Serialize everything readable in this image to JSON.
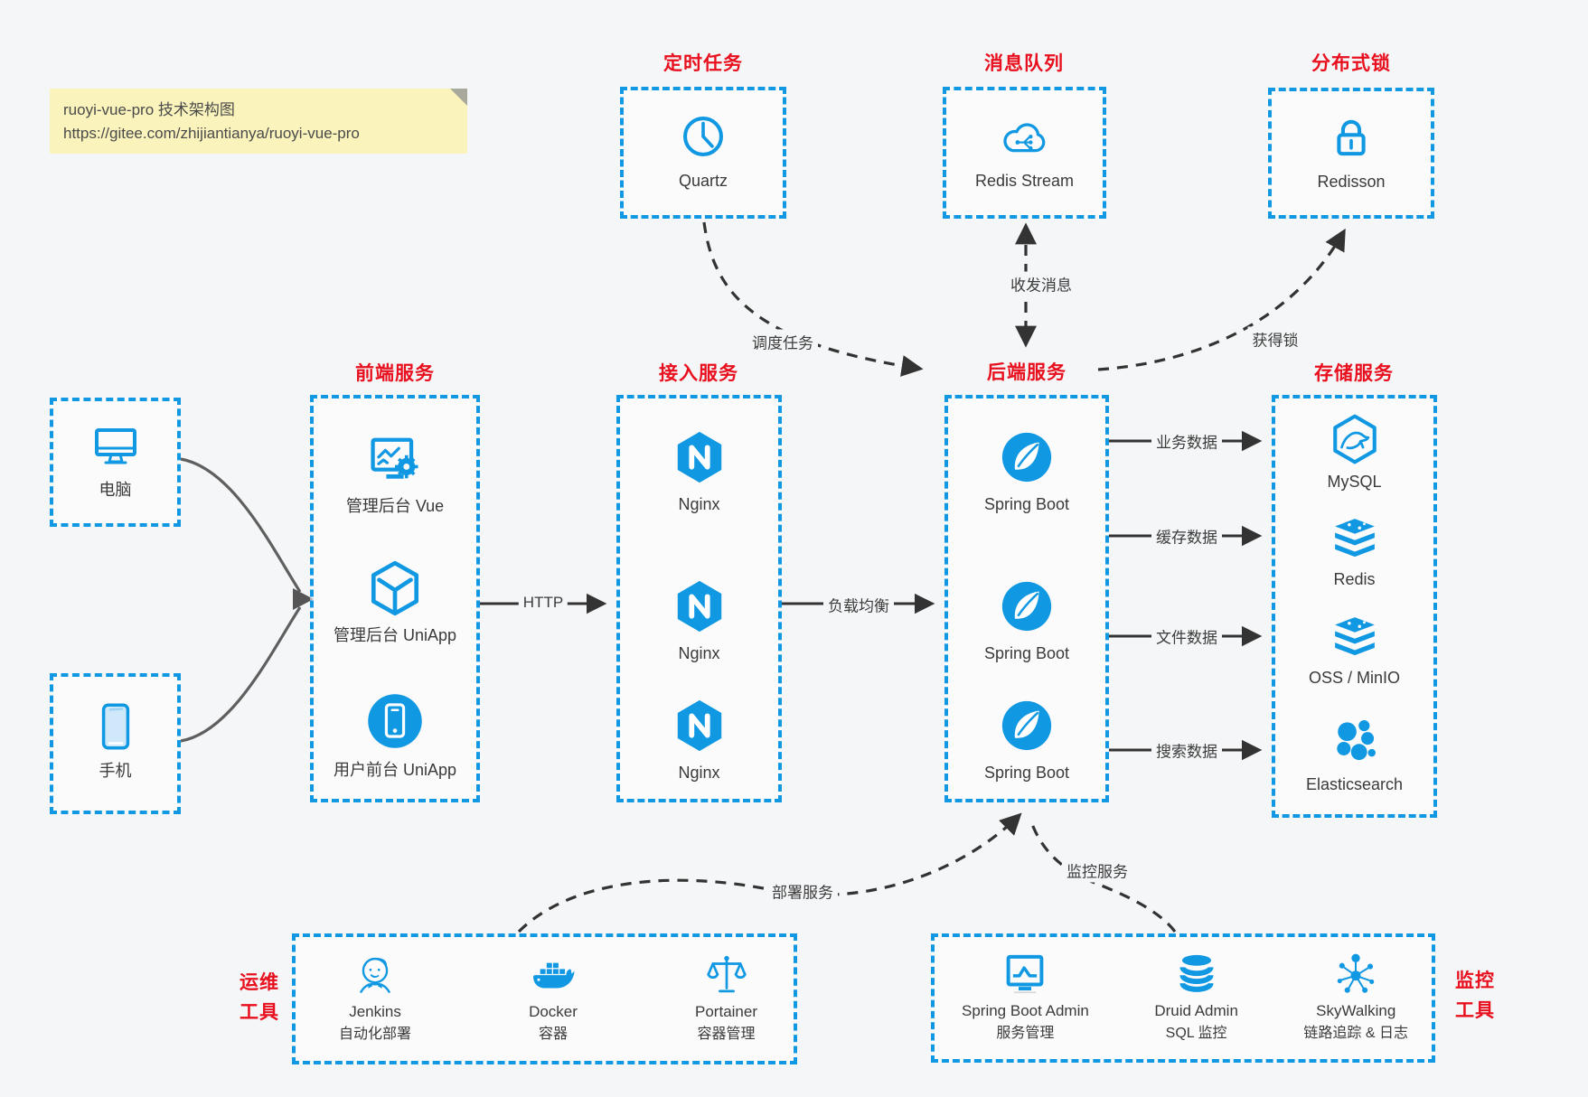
{
  "colors": {
    "accent_blue": "#1098E3",
    "title_red": "#E8101E",
    "note_bg": "#FAF3BC",
    "arrow_dark": "#333333",
    "client_arrow_gray": "#5f5f5f",
    "page_bg": "#F5F6F7"
  },
  "note": {
    "line1": "ruoyi-vue-pro 技术架构图",
    "line2": "https://gitee.com/zhijiantianya/ruoyi-vue-pro"
  },
  "top_groups": [
    {
      "title": "定时任务",
      "item": {
        "label": "Quartz",
        "icon": "clock-icon"
      }
    },
    {
      "title": "消息队列",
      "item": {
        "label": "Redis Stream",
        "icon": "cloud-stream-icon"
      }
    },
    {
      "title": "分布式锁",
      "item": {
        "label": "Redisson",
        "icon": "lock-icon"
      }
    }
  ],
  "clients": [
    {
      "label": "电脑",
      "icon": "desktop-icon"
    },
    {
      "label": "手机",
      "icon": "mobile-icon"
    }
  ],
  "columns": [
    {
      "title": "前端服务",
      "items": [
        {
          "label": "管理后台 Vue",
          "icon": "admin-vue-icon"
        },
        {
          "label": "管理后台 UniApp",
          "icon": "cube-uniapp-icon"
        },
        {
          "label": "用户前台 UniApp",
          "icon": "mobile-app-icon"
        }
      ]
    },
    {
      "title": "接入服务",
      "items": [
        {
          "label": "Nginx",
          "icon": "nginx-icon"
        },
        {
          "label": "Nginx",
          "icon": "nginx-icon"
        },
        {
          "label": "Nginx",
          "icon": "nginx-icon"
        }
      ]
    },
    {
      "title": "后端服务",
      "items": [
        {
          "label": "Spring Boot",
          "icon": "spring-icon"
        },
        {
          "label": "Spring Boot",
          "icon": "spring-icon"
        },
        {
          "label": "Spring Boot",
          "icon": "spring-icon"
        }
      ]
    },
    {
      "title": "存储服务",
      "items": [
        {
          "label": "MySQL",
          "icon": "mysql-icon"
        },
        {
          "label": "Redis",
          "icon": "redis-stack-icon"
        },
        {
          "label": "OSS / MinIO",
          "icon": "redis-stack-icon"
        },
        {
          "label": "Elasticsearch",
          "icon": "elasticsearch-icon"
        }
      ]
    }
  ],
  "edge_labels": {
    "http": "HTTP",
    "load_balance": "负载均衡",
    "schedule": "调度任务",
    "message": "收发消息",
    "lock": "获得锁",
    "business_data": "业务数据",
    "cache_data": "缓存数据",
    "file_data": "文件数据",
    "search_data": "搜索数据",
    "deploy": "部署服务",
    "monitor": "监控服务"
  },
  "bottom_groups": [
    {
      "side_title": "运维\n工具",
      "items": [
        {
          "label": "Jenkins",
          "sub": "自动化部署",
          "icon": "jenkins-icon"
        },
        {
          "label": "Docker",
          "sub": "容器",
          "icon": "docker-icon"
        },
        {
          "label": "Portainer",
          "sub": "容器管理",
          "icon": "scales-icon"
        }
      ]
    },
    {
      "side_title": "监控\n工具",
      "items": [
        {
          "label": "Spring Boot Admin",
          "sub": "服务管理",
          "icon": "monitor-chart-icon"
        },
        {
          "label": "Druid Admin",
          "sub": "SQL 监控",
          "icon": "database-icon"
        },
        {
          "label": "SkyWalking",
          "sub": "链路追踪 & 日志",
          "icon": "topology-icon"
        }
      ]
    }
  ]
}
